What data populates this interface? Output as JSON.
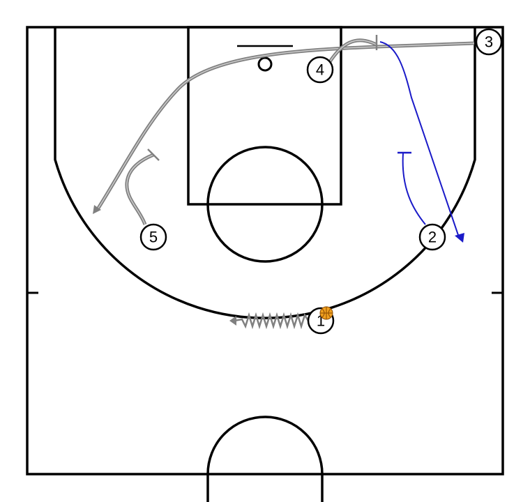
{
  "diagram": {
    "players": [
      {
        "id": "p1",
        "label": "1",
        "has_ball": true
      },
      {
        "id": "p2",
        "label": "2"
      },
      {
        "id": "p3",
        "label": "3"
      },
      {
        "id": "p4",
        "label": "4"
      },
      {
        "id": "p5",
        "label": "5"
      }
    ],
    "colors": {
      "court_lines": "#000000",
      "cut_path": "#808080",
      "cut_path_highlight": "#cccccc",
      "screen_path": "#1a1ac8",
      "ball": "#f0a020"
    },
    "line_types": {
      "dribble": "zigzag",
      "cut": "double-line-arrow",
      "screen": "t-bar",
      "move": "arrow"
    }
  }
}
